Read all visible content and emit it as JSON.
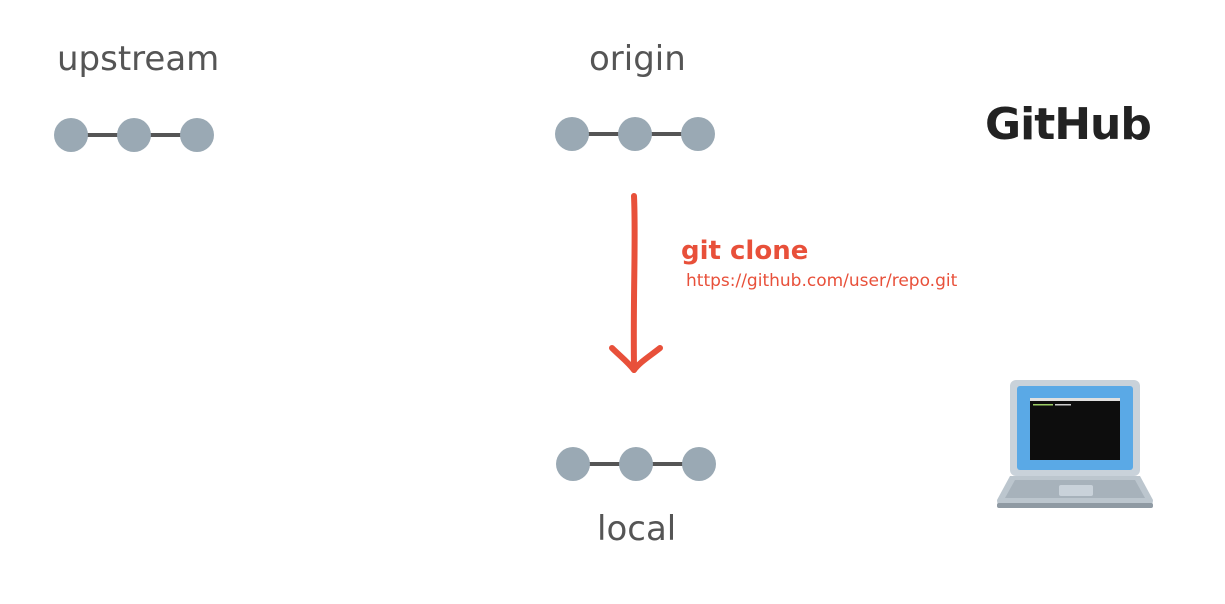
{
  "labels": {
    "upstream": "upstream",
    "origin": "origin",
    "local": "local"
  },
  "logo": {
    "text": "GitHub"
  },
  "command": {
    "title": "git clone",
    "url": "https://github.com/user/repo.git"
  },
  "colors": {
    "node": "#9aa9b4",
    "link": "#555555",
    "accent": "#e8503a",
    "label": "#555555"
  },
  "icons": {
    "computer": "laptop-icon"
  }
}
